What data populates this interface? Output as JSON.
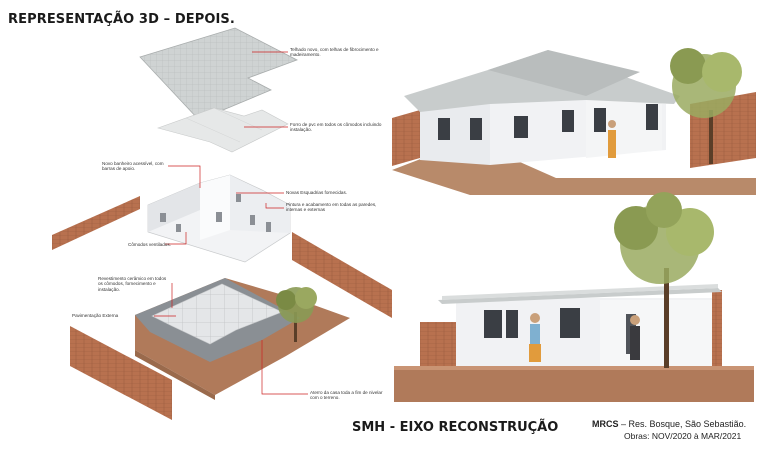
{
  "header": {
    "title": "REPRESENTAÇÃO 3D – DEPOIS."
  },
  "annotations": {
    "roof": "Telhado novo, com telhas de fibrocimento e madeiramento.",
    "ceiling": "Forro de pvc em todos os cômodos incluindo instalação.",
    "bathroom": "Novo banheiro acessível, com barras de apoio.",
    "frames": "Novas Esquadrias fornecidas.",
    "paint": "Pintura e acabamento em todas as paredes, internas e externas",
    "ventilated": "Cômodos ventilados.",
    "tiling": "Revestimento cerâmico em todos os cômodos, fornecimento e instalação.",
    "paving": "Pavimentação Externa",
    "grade": "Aterro da casa toda a fim de nivelar com o terreno."
  },
  "footer": {
    "program": "SMH - EIXO RECONSTRUÇÃO",
    "code": "MRCS",
    "location": " – Res. Bosque, São Sebastião.",
    "dates": "Obras: NOV/2020 à MAR/2021"
  },
  "colors": {
    "brick": "#b8714f",
    "roof": "#c8cccc",
    "wall": "#eef0f2",
    "leader": "#cc2222",
    "deck": "#b07a5a",
    "tree": "#8a9a54"
  }
}
